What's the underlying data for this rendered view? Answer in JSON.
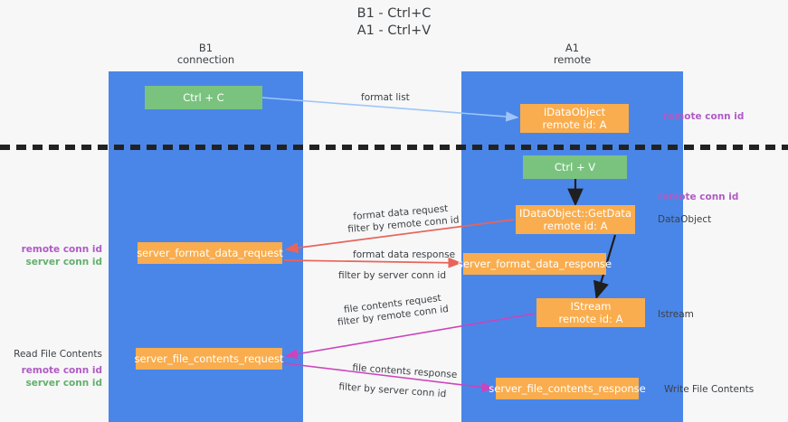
{
  "title": {
    "line1": "B1 - Ctrl+C",
    "line2": "A1 - Ctrl+V"
  },
  "columns": [
    {
      "name": "B1",
      "sub": "connection"
    },
    {
      "name": "A1",
      "sub": "remote"
    }
  ],
  "nodes": {
    "ctrl_c": {
      "label": "Ctrl + C",
      "color": "#7ac37f"
    },
    "idataobject": {
      "line1": "IDataObject",
      "line2": "remote id: A",
      "color": "#f9ad4e"
    },
    "ctrl_v": {
      "label": "Ctrl + V",
      "color": "#7ac37f"
    },
    "getdata": {
      "line1": "IDataObject::GetData",
      "line2": "remote id: A",
      "color": "#f9ad4e"
    },
    "server_format_data_request": {
      "label": "server_format_data_request",
      "color": "#f9ad4e"
    },
    "server_format_data_response": {
      "label": "server_format_data_response",
      "color": "#f9ad4e"
    },
    "istream": {
      "line1": "IStream",
      "line2": "remote id: A",
      "color": "#f9ad4e"
    },
    "server_file_contents_request": {
      "label": "server_file_contents_request",
      "color": "#f9ad4e"
    },
    "server_file_contents_response": {
      "label": "server_file_contents_response",
      "color": "#f9ad4e"
    }
  },
  "edge_labels": {
    "format_list": "format list",
    "format_data_request": "format data request",
    "format_data_request_filter_prefix": "filter by ",
    "format_data_request_filter_key": "remote conn id",
    "format_data_response": "format data response",
    "format_data_response_filter_prefix": "filter by ",
    "format_data_response_filter_key": "server conn id",
    "file_contents_request": "file contents request",
    "file_contents_request_filter_prefix": "filter by ",
    "file_contents_request_filter_key": "remote conn id",
    "file_contents_response": "file contents response",
    "file_contents_response_filter_prefix": "filter by ",
    "file_contents_response_filter_key": "server conn id"
  },
  "side_labels": {
    "right_top_remote_conn_id": "remote conn id",
    "right_mid_remote_conn_id": "remote conn id",
    "right_dataobject": "DataObject",
    "right_istream": "Istream",
    "right_write_file_contents": "Write File Contents",
    "left_remote_conn_id": "remote conn id",
    "left_server_conn_id": "server conn id",
    "left_read_file_contents": "Read File Contents",
    "left_bottom_remote_conn_id": "remote conn id",
    "left_bottom_server_conn_id": "server conn id"
  },
  "colors": {
    "lane": "#4a86e8",
    "green_node": "#7ac37f",
    "orange_node": "#f9ad4e",
    "purple_key": "#b05bc4",
    "green_key": "#62b06b",
    "red_arrow": "#e8645a",
    "magenta_arrow": "#cc44bb",
    "blue_arrow": "#9fc5f8",
    "black_arrow": "#1f1f1f",
    "divider": "#222222",
    "background": "#f7f7f8"
  }
}
